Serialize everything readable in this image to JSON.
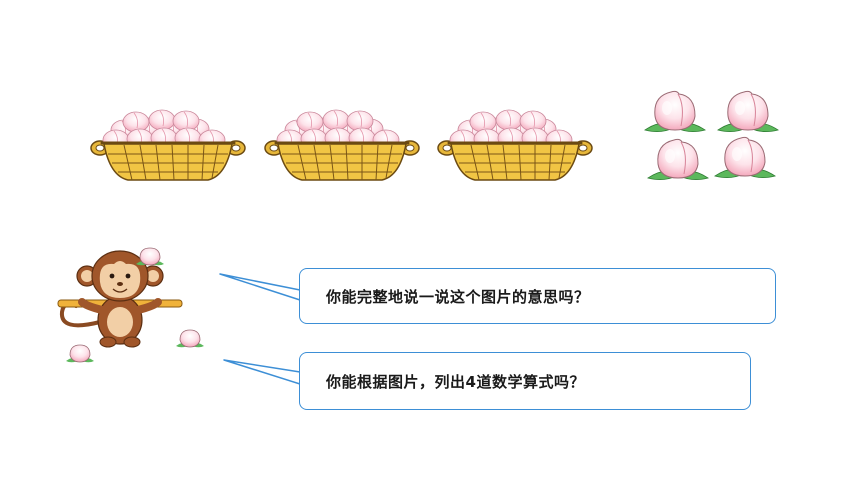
{
  "speech_bubbles": [
    {
      "text": "你能完整地说一说这个图片的意思吗？"
    },
    {
      "text": "你能根据图片，列出4道数学算式吗？"
    }
  ],
  "scene": {
    "baskets_with_peaches": 3,
    "loose_peaches": 4,
    "character": "monkey-icon"
  },
  "colors": {
    "bubble_border": "#3d8fd6",
    "peach_pink": "#f7b6c6",
    "leaf_green": "#4cae4f",
    "basket": "#e7b73a",
    "monkey_brown": "#a0562a"
  }
}
